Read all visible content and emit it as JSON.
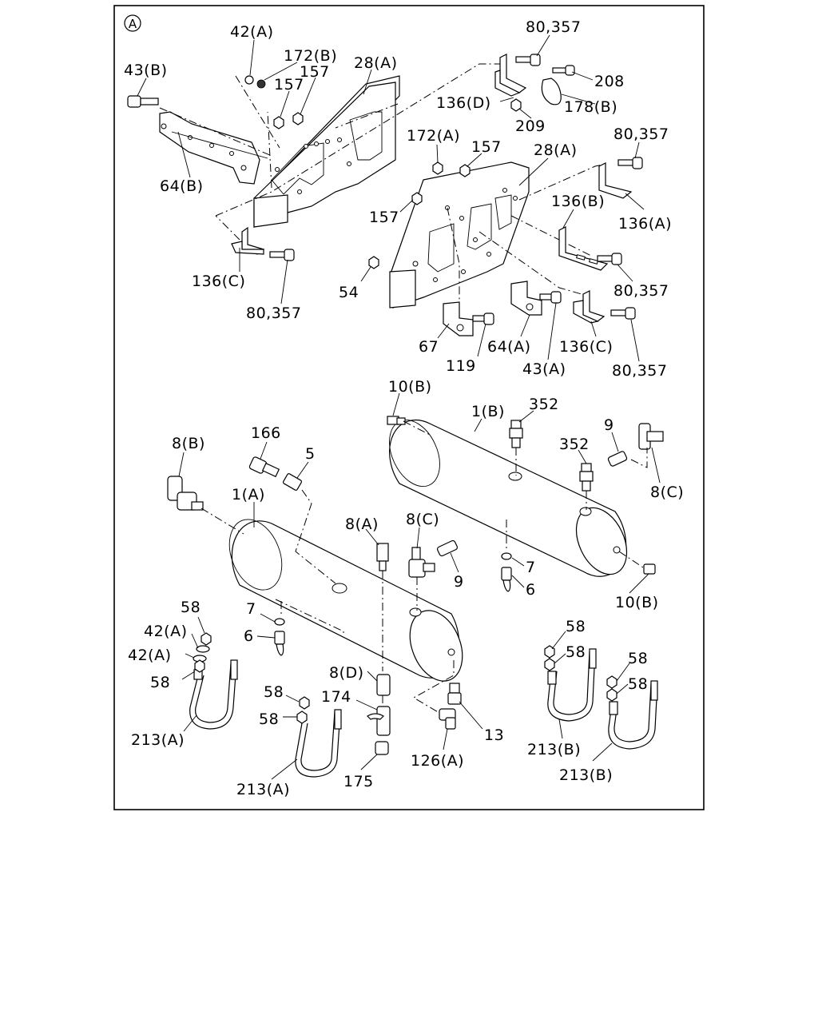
{
  "view_marker": "A",
  "labels": {
    "l_42a_top": "42(A)",
    "l_172b": "172(B)",
    "l_28a_top": "28(A)",
    "l_43b": "43(B)",
    "l_157_a": "157",
    "l_157_b": "157",
    "l_64b": "64(B)",
    "l_80_357_top": "80,357",
    "l_208": "208",
    "l_136d": "136(D)",
    "l_178b": "178(B)",
    "l_209": "209",
    "l_172a": "172(A)",
    "l_157_c": "157",
    "l_28a_right": "28(A)",
    "l_80_357_right": "80,357",
    "l_157_d": "157",
    "l_136b": "136(B)",
    "l_136a": "136(A)",
    "l_136c_left": "136(C)",
    "l_80_357_left": "80,357",
    "l_54": "54",
    "l_80_357_mid": "80,357",
    "l_67": "67",
    "l_64a": "64(A)",
    "l_136c_right": "136(C)",
    "l_119": "119",
    "l_43a": "43(A)",
    "l_80_357_bot": "80,357",
    "l_10b_top": "10(B)",
    "l_1b": "1(B)",
    "l_352_a": "352",
    "l_9_right": "9",
    "l_352_b": "352",
    "l_8c_right": "8(C)",
    "l_166": "166",
    "l_8b": "8(B)",
    "l_5": "5",
    "l_1a": "1(A)",
    "l_8a": "8(A)",
    "l_8c_mid": "8(C)",
    "l_9_mid": "9",
    "l_7_right": "7",
    "l_6_right": "6",
    "l_10b_bot": "10(B)",
    "l_58_a": "58",
    "l_42a_a": "42(A)",
    "l_7_left": "7",
    "l_42a_b": "42(A)",
    "l_6_left": "6",
    "l_58_b": "58",
    "l_8d": "8(D)",
    "l_58_c": "58",
    "l_174": "174",
    "l_58_d": "58",
    "l_13": "13",
    "l_213a_left": "213(A)",
    "l_126a": "126(A)",
    "l_213a_mid": "213(A)",
    "l_175": "175",
    "l_58_e": "58",
    "l_58_f": "58",
    "l_58_g": "58",
    "l_58_h": "58",
    "l_213b_a": "213(B)",
    "l_213b_b": "213(B)"
  }
}
